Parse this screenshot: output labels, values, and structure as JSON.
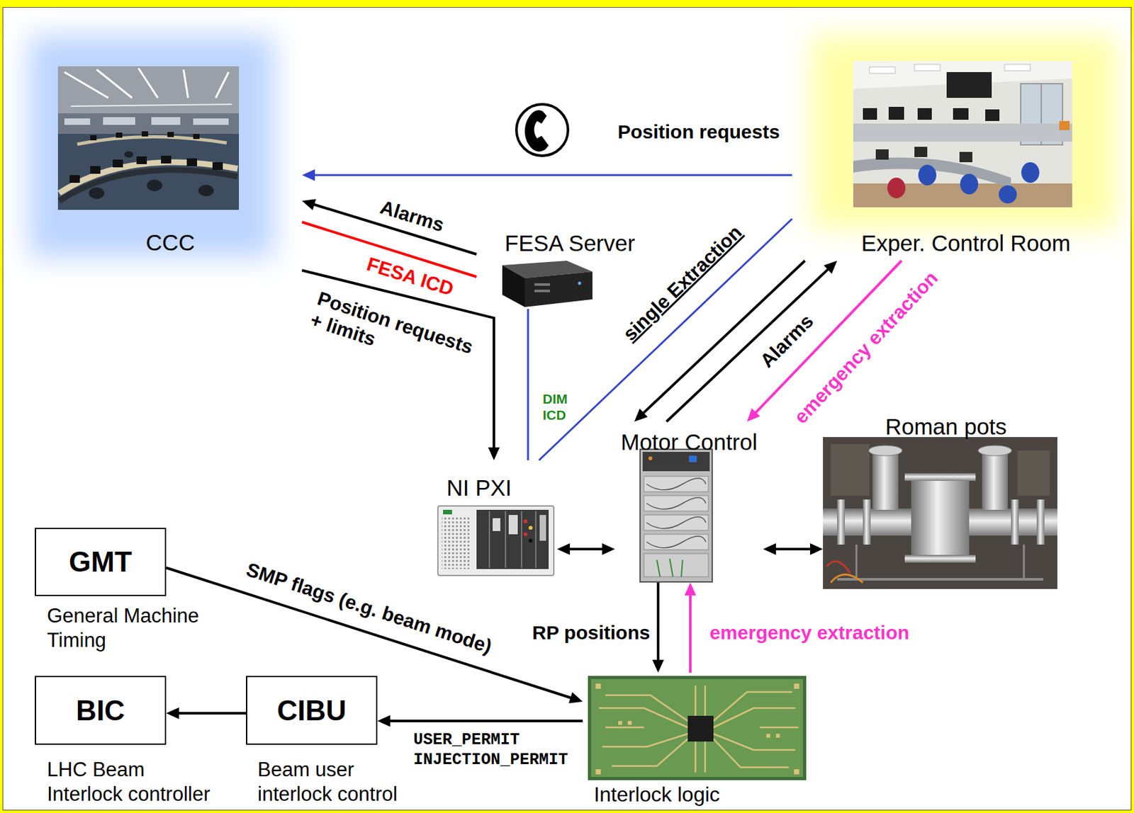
{
  "diagram": {
    "nodes": [
      {
        "text": [
          "CCC"
        ]
      },
      {
        "text": [
          "FESA Server"
        ]
      },
      {
        "text": [
          "Exper. Control Room"
        ]
      },
      {
        "text": [
          "NI PXI"
        ]
      },
      {
        "text": [
          "Motor Control"
        ]
      },
      {
        "text": [
          "Roman pots"
        ]
      },
      {
        "text": [
          "GMT",
          "General Machine Timing"
        ]
      },
      {
        "text": [
          "BIC",
          "LHC Beam Interlock controller"
        ]
      },
      {
        "text": [
          "CIBU",
          "Beam user interlock control"
        ]
      },
      {
        "text": [
          "Interlock logic"
        ]
      }
    ],
    "edges": [
      {
        "from": 2,
        "to": 0,
        "label": "Position requests",
        "arrow": "to"
      },
      {
        "from": 1,
        "to": 0,
        "label": "Alarms",
        "arrow": "to"
      },
      {
        "from": 0,
        "to": 1,
        "label": "FESA ICD",
        "arrow": "none"
      },
      {
        "from": 0,
        "to": 3,
        "label": "Position requests + limits",
        "arrow": "to"
      },
      {
        "from": 1,
        "to": 3,
        "label": "DIM ICD",
        "arrow": "none"
      },
      {
        "from": 3,
        "to": 2,
        "arrow": "none"
      },
      {
        "from": 2,
        "to": 4,
        "label": "single Extraction",
        "arrow": "to"
      },
      {
        "from": 4,
        "to": 2,
        "label": "Alarms",
        "arrow": "to"
      },
      {
        "from": 2,
        "to": 4,
        "label": "emergency extraction",
        "arrow": "to"
      },
      {
        "from": 3,
        "to": 4,
        "arrow": "both"
      },
      {
        "from": 4,
        "to": 5,
        "arrow": "both"
      },
      {
        "from": 6,
        "to": 9,
        "label": "SMP flags (e.g. beam mode)",
        "arrow": "to"
      },
      {
        "from": 4,
        "to": 9,
        "label": "RP positions",
        "arrow": "to"
      },
      {
        "from": 9,
        "to": 4,
        "label": "emergency extraction",
        "arrow": "to"
      },
      {
        "from": 9,
        "to": 8,
        "label": "USER_PERMIT INJECTION_PERMIT",
        "arrow": "to"
      },
      {
        "from": 8,
        "to": 7,
        "arrow": "to"
      }
    ]
  }
}
